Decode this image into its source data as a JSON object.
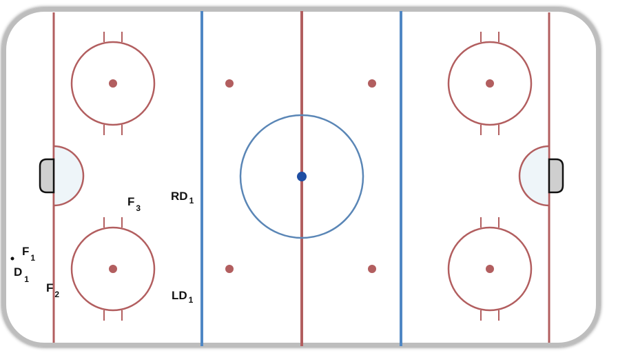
{
  "colors": {
    "red_line": "#b25e5f",
    "blue_line": "#4f87c4",
    "center_circle": "#5a86b6",
    "center_dot": "#1f4ea3",
    "faceoff_dot": "#b25e5f",
    "goal": "#cfcfcf",
    "crease": "#eef5f9",
    "board": "#bdbdbd",
    "ice": "#ffffff",
    "label": "#111111"
  },
  "players": [
    {
      "id": "RD",
      "sub": "1"
    },
    {
      "id": "LD",
      "sub": "1"
    },
    {
      "id": "F",
      "sub": "3"
    },
    {
      "id": "F",
      "sub": "1"
    },
    {
      "id": "D",
      "sub": "1"
    },
    {
      "id": "F",
      "sub": "2"
    }
  ]
}
